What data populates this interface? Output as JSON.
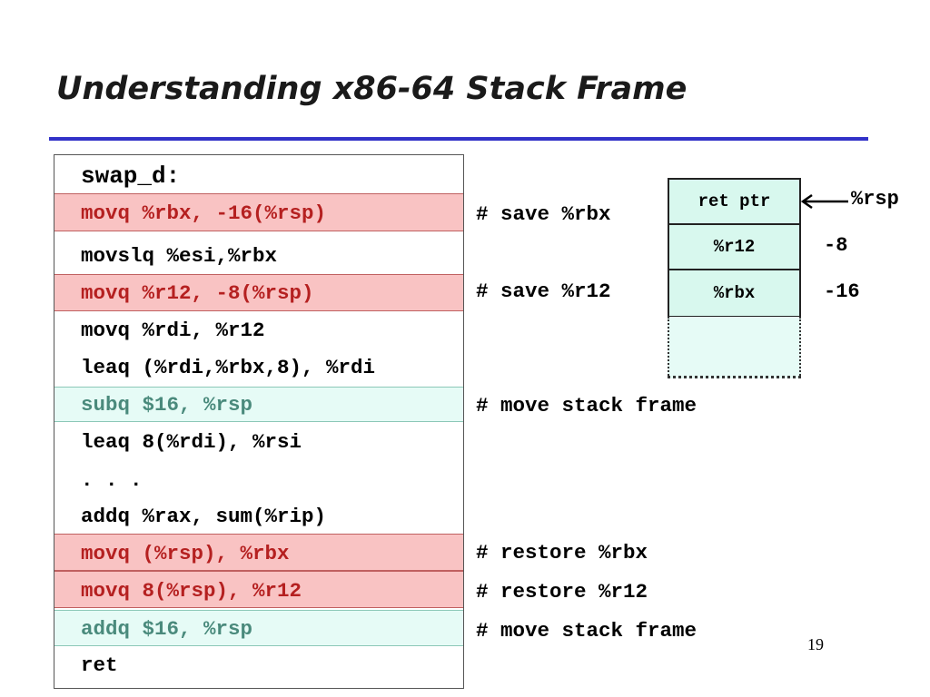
{
  "slide": {
    "title": "Understanding x86-64 Stack Frame",
    "page_number": "19"
  },
  "code": {
    "label": "swap_d:",
    "lines": [
      "movq %rbx, -16(%rsp)",
      "movslq %esi,%rbx",
      "movq %r12, -8(%rsp)",
      "movq %rdi, %r12",
      "leaq (%rdi,%rbx,8), %rdi",
      "subq $16, %rsp",
      "leaq 8(%rdi), %rsi",
      ". . .",
      "addq %rax, sum(%rip)",
      "movq (%rsp), %rbx",
      "movq 8(%rsp), %r12",
      "addq $16, %rsp",
      "ret"
    ]
  },
  "comments": {
    "save_rbx": "# save %rbx",
    "save_r12": "# save %r12",
    "move_frame_1": "# move stack frame",
    "restore_rbx": "# restore %rbx",
    "restore_r12": "# restore %r12",
    "move_frame_2": "# move stack frame"
  },
  "stack": {
    "cells": [
      "ret ptr",
      "%r12",
      "%rbx"
    ],
    "pointer_label": "%rsp",
    "offsets": [
      "-8",
      "-16"
    ]
  },
  "colors": {
    "save_restore_highlight": "#f9c3c3",
    "frame_move_highlight": "#e6fbf6",
    "stack_cell_fill": "#d8f8ee",
    "title_rule": "#3232c8"
  }
}
